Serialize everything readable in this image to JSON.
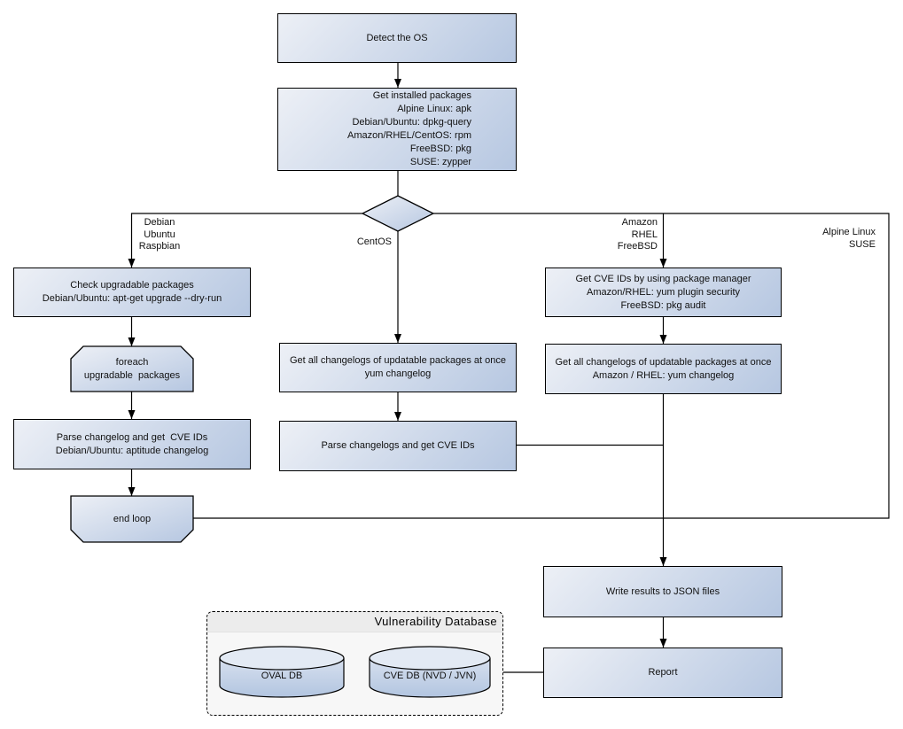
{
  "nodes": {
    "detect_os": "Detect the OS",
    "get_installed_packages": "Get installed packages\nAlpine Linux: apk\nDebian/Ubuntu: dpkg-query\nAmazon/RHEL/CentOS: rpm\nFreeBSD: pkg\nSUSE: zypper",
    "check_upgradable": "Check upgradable packages\nDebian/Ubuntu: apt-get upgrade --dry-run",
    "foreach_loop": "foreach\nupgradable  packages",
    "parse_changelog_deb": "Parse changelog and get  CVE IDs\nDebian/Ubuntu: aptitude changelog",
    "end_loop": "end loop",
    "get_changelogs_yum": "Get all changelogs of updatable packages at once\nyum changelog",
    "parse_changelogs_yum": "Parse changelogs and get CVE IDs",
    "get_cve_ids_pkg_manager": "Get CVE IDs by using package manager\nAmazon/RHEL: yum plugin security\nFreeBSD: pkg audit",
    "get_changelogs_amazon": "Get all changelogs of updatable packages at once\nAmazon / RHEL: yum changelog",
    "write_results": "Write results to JSON files",
    "report": "Report"
  },
  "edges": [
    {
      "from": "detect_os",
      "to": "get_installed_packages"
    },
    {
      "from": "get_installed_packages",
      "to": "os_decision"
    },
    {
      "from": "os_decision",
      "to": "check_upgradable",
      "label": "Debian\nUbuntu\nRaspbian"
    },
    {
      "from": "os_decision",
      "to": "get_changelogs_yum",
      "label": "CentOS"
    },
    {
      "from": "os_decision",
      "to": "get_cve_ids_pkg_manager",
      "label": "Amazon\nRHEL\nFreeBSD"
    },
    {
      "from": "os_decision",
      "to": "write_results",
      "label": "Alpine Linux\nSUSE"
    },
    {
      "from": "check_upgradable",
      "to": "foreach_loop"
    },
    {
      "from": "foreach_loop",
      "to": "parse_changelog_deb"
    },
    {
      "from": "parse_changelog_deb",
      "to": "end_loop"
    },
    {
      "from": "end_loop",
      "to": "write_results"
    },
    {
      "from": "get_changelogs_yum",
      "to": "parse_changelogs_yum"
    },
    {
      "from": "parse_changelogs_yum",
      "to": "write_results"
    },
    {
      "from": "get_cve_ids_pkg_manager",
      "to": "get_changelogs_amazon"
    },
    {
      "from": "get_changelogs_amazon",
      "to": "write_results"
    },
    {
      "from": "write_results",
      "to": "report"
    },
    {
      "from": "database_group",
      "to": "report"
    }
  ],
  "database_group": {
    "title": "Vulnerability Database",
    "cylinders": [
      {
        "label": "OVAL DB"
      },
      {
        "label": "CVE DB (NVD / JVN)"
      }
    ]
  },
  "colors": {
    "node_fill_light": "#edf0f6",
    "node_fill_dark": "#b6c7e1",
    "node_border": "#000000",
    "connector": "#000000",
    "group_fill": "#f7f7f7",
    "group_header_fill": "#ececec"
  }
}
